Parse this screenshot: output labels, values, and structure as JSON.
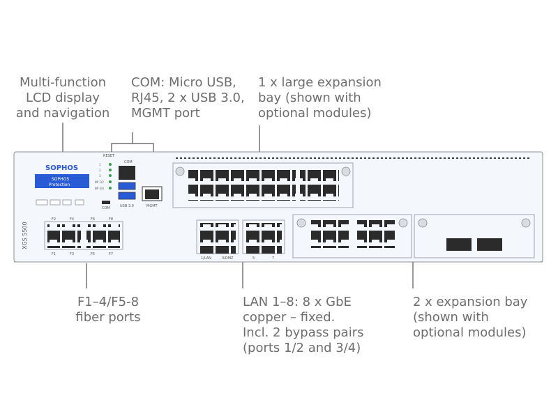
{
  "callouts": {
    "lcd": [
      "Multi-function",
      "LCD display",
      "and navigation"
    ],
    "com": [
      "COM: Micro USB,",
      "RJ45, 2 x USB 3.0,",
      "MGMT port"
    ],
    "exp_large": [
      "1 x large expansion",
      "bay (shown with",
      "optional modules)"
    ],
    "fiber": [
      "F1–4/F5-8",
      "fiber ports"
    ],
    "lan": [
      "LAN 1–8: 8 x GbE",
      "copper – fixed.",
      "Incl. 2 bypass pairs",
      "(ports 1/2 and 3/4)"
    ],
    "exp2": [
      "2 x expansion bay",
      "(shown with",
      "optional modules)"
    ]
  },
  "device": {
    "brand": "SOPHOS",
    "lcd_line1": "SOPHOS",
    "lcd_line2": "Protection",
    "model": "XGS 5500",
    "reset_label": "RESET",
    "com_label": "COM",
    "usb_label": "USB 3.0",
    "mgmt_label": "MGMT",
    "com_port_label": "COM",
    "leds": [
      "1",
      "2",
      "3",
      "BP 1/2",
      "BP 3/4"
    ],
    "lan_labels": [
      "1/LAN",
      "3/DMZ",
      "5",
      "7"
    ],
    "fiber_labels": [
      "F1",
      "F3",
      "F5",
      "F7"
    ],
    "fiber_top_labels": [
      "F2",
      "F4",
      "F6",
      "F8"
    ]
  },
  "colors": {
    "chassis": "#f4f7fb",
    "outline": "#8a9099",
    "lcd": "#2a5bd7",
    "brand": "#2a5bd7",
    "port": "#2b2b2b",
    "line": "#555555"
  }
}
